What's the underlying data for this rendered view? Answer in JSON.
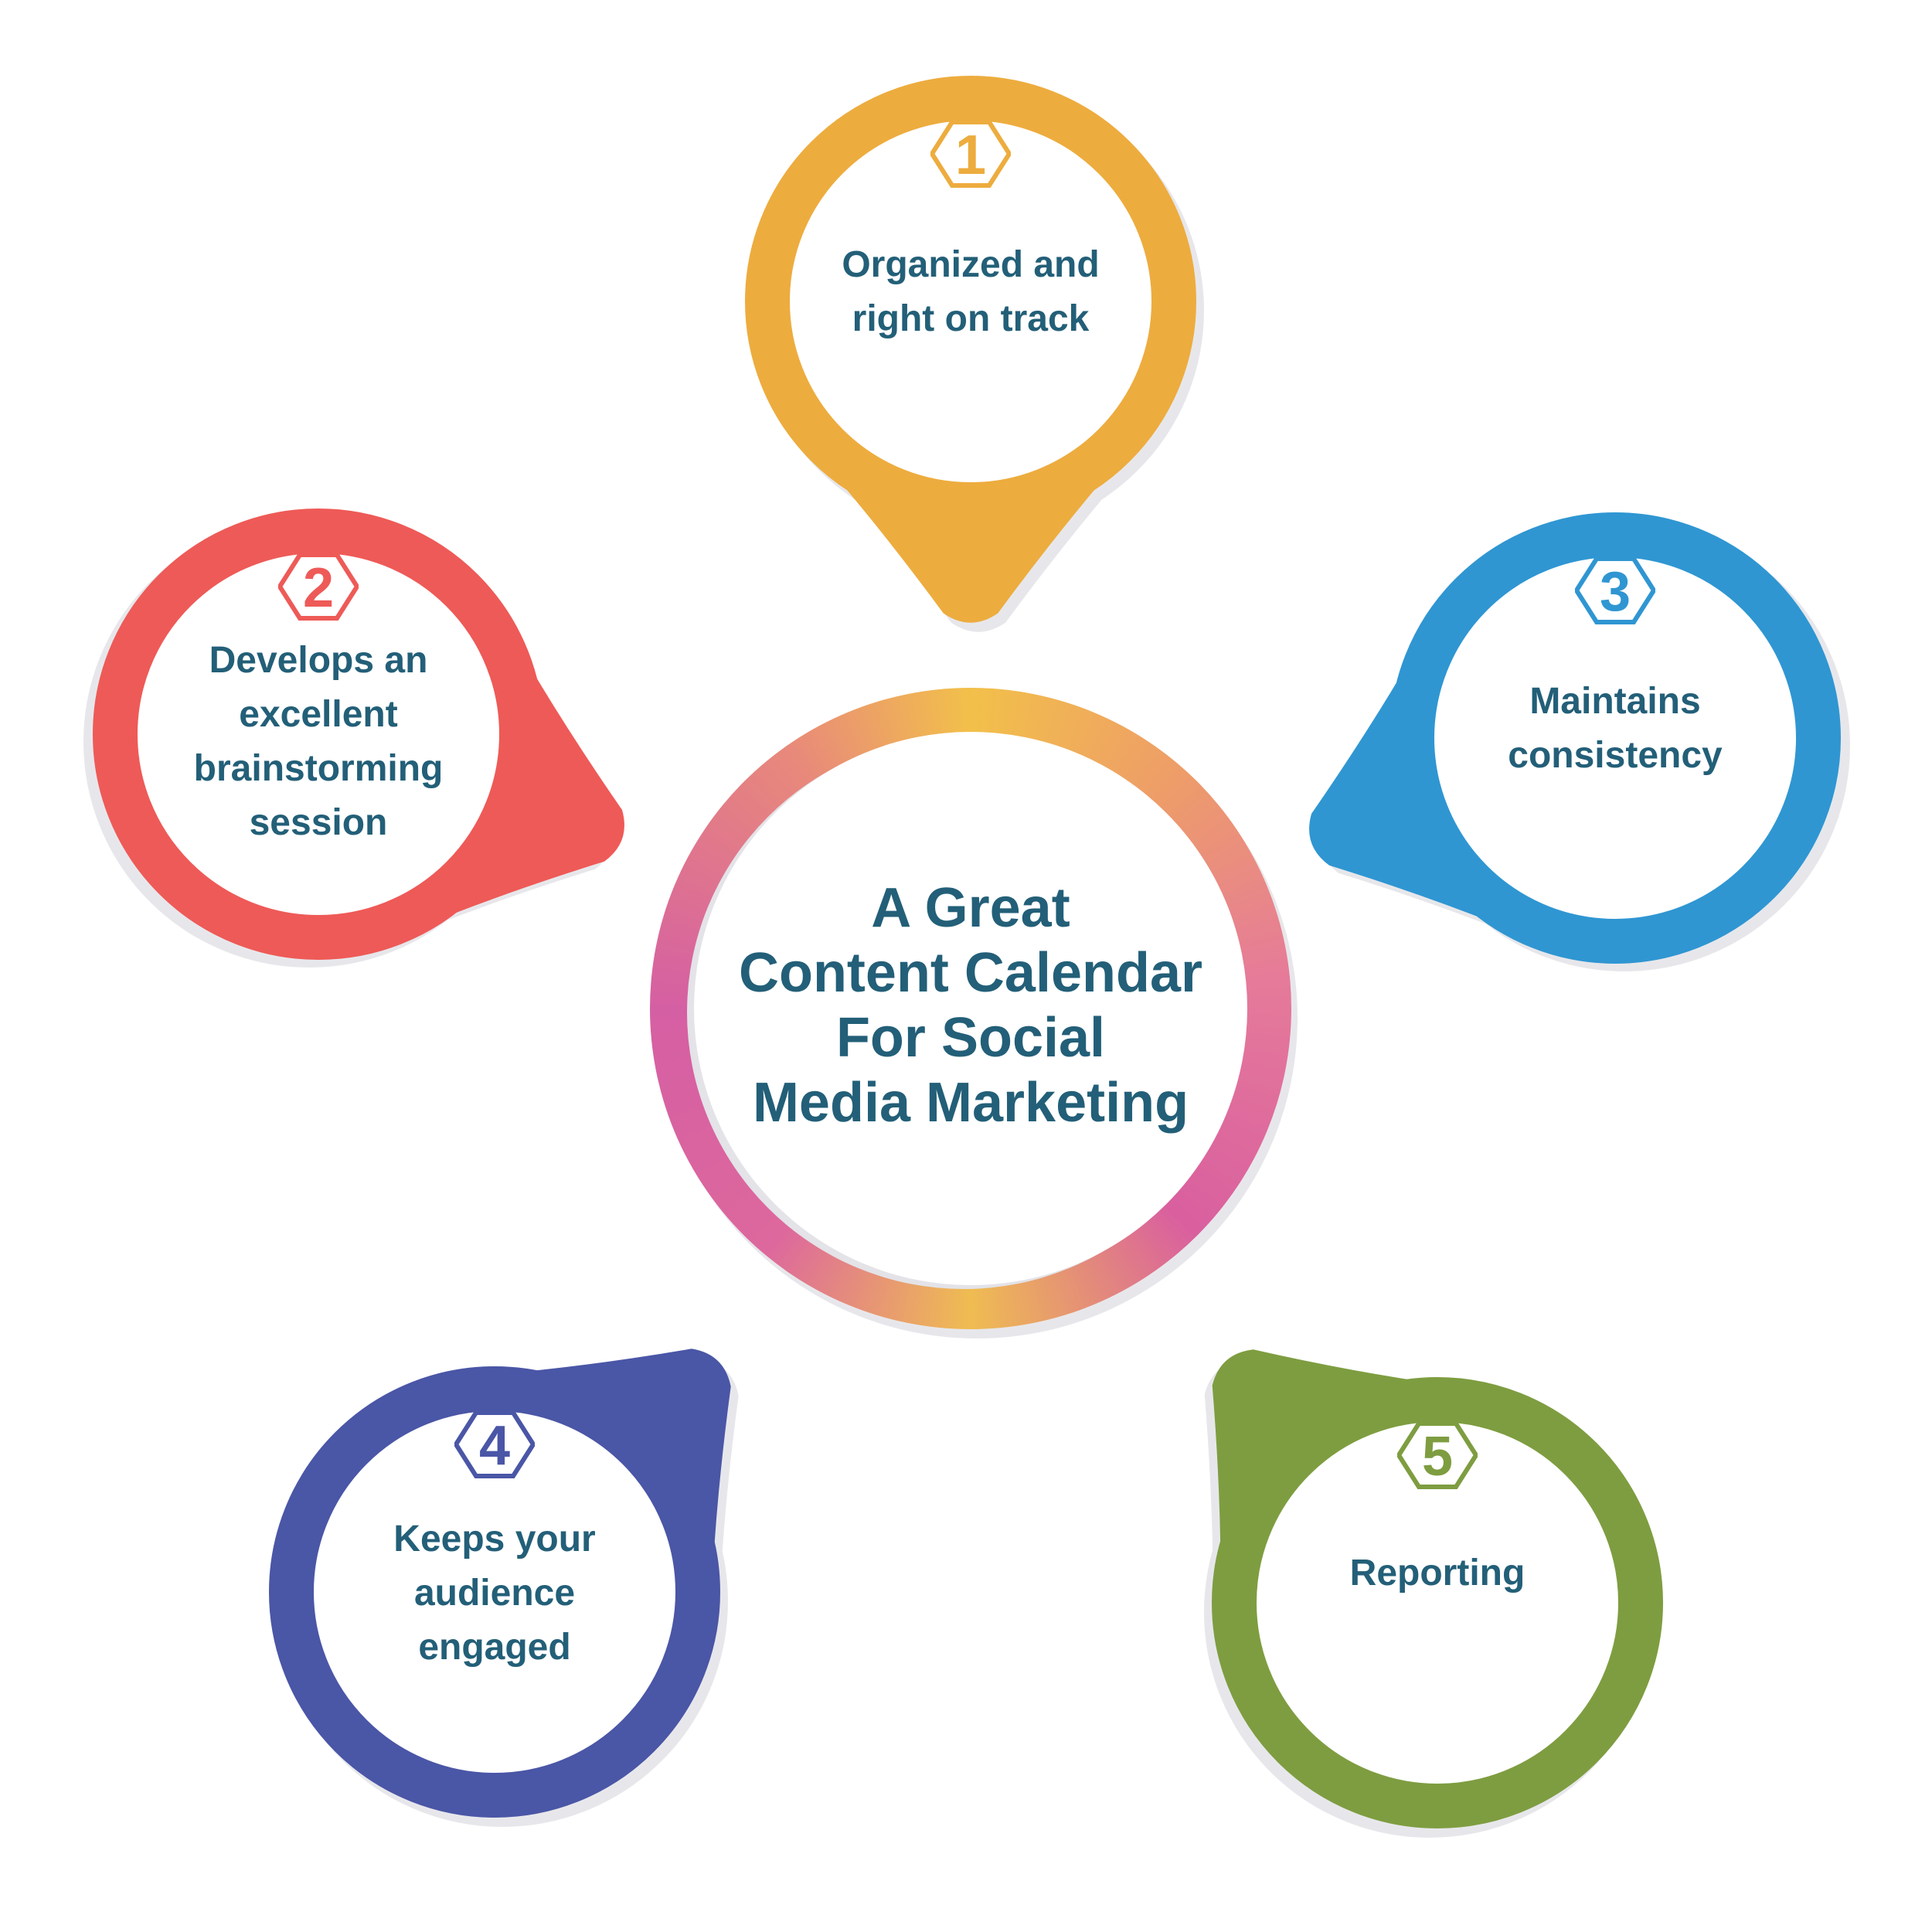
{
  "background_color": "#ffffff",
  "text_color": "#235F78",
  "shadow_color": "#e7e7eb",
  "center": {
    "title_lines": [
      "A Great",
      "Content Calendar",
      "For Social",
      "Media Marketing"
    ],
    "ring_gradient": [
      "#F2C04A",
      "#EE9E67",
      "#E57A9A",
      "#D95F9F",
      "#EFBC52",
      "#DD689D",
      "#D55FA3",
      "#E8897B"
    ]
  },
  "items": [
    {
      "number": "1",
      "color": "#EDAC3E",
      "lines": [
        "Organized and",
        "right on track"
      ]
    },
    {
      "number": "2",
      "color": "#EE5A57",
      "lines": [
        "Develops an",
        "excellent",
        "brainstorming",
        "session"
      ]
    },
    {
      "number": "3",
      "color": "#2F96D2",
      "lines": [
        "Maintains",
        "consistency"
      ]
    },
    {
      "number": "4",
      "color": "#4A56A6",
      "lines": [
        "Keeps your",
        "audience",
        "engaged"
      ]
    },
    {
      "number": "5",
      "color": "#7E9D40",
      "lines": [
        "Reporting"
      ]
    }
  ]
}
